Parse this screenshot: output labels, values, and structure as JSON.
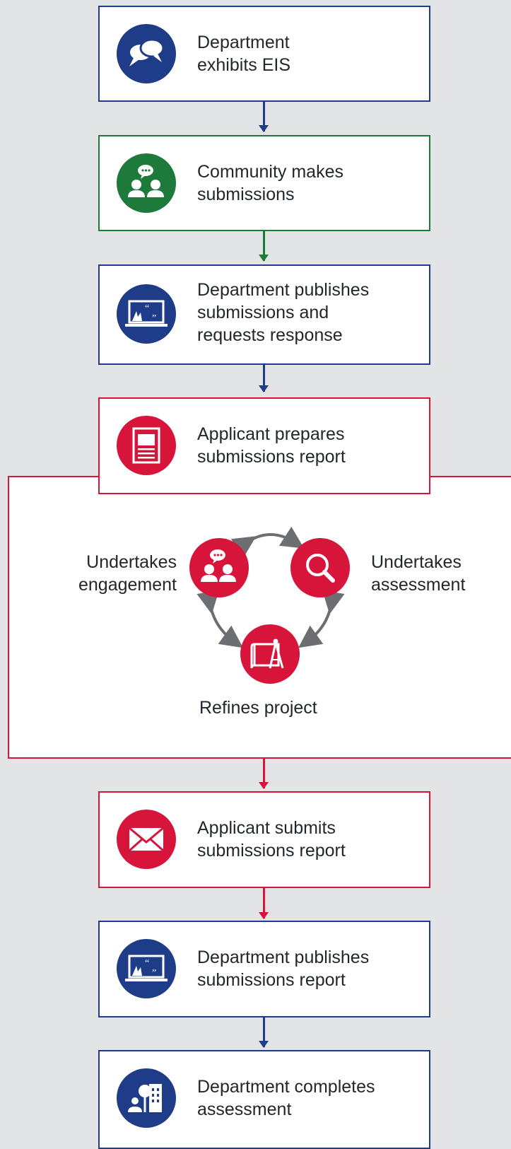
{
  "colors": {
    "navy": "#1f3c88",
    "green": "#1e7a3a",
    "red": "#d7153a",
    "background": "#e3e4e6",
    "arrow_grey": "#6d6e71"
  },
  "steps": [
    {
      "label": "Department\nexhibits EIS",
      "color": "navy",
      "icon": "speech-bubbles-icon"
    },
    {
      "label": "Community makes\nsubmissions",
      "color": "green",
      "icon": "community-discussion-icon"
    },
    {
      "label": "Department publishes\nsubmissions and\nrequests response",
      "color": "navy",
      "icon": "laptop-quote-icon"
    },
    {
      "label": "Applicant prepares\nsubmissions report",
      "color": "red",
      "icon": "document-icon"
    },
    {
      "label": "Applicant submits\nsubmissions report",
      "color": "red",
      "icon": "envelope-icon"
    },
    {
      "label": "Department publishes\nsubmissions report",
      "color": "navy",
      "icon": "laptop-quote-icon"
    },
    {
      "label": "Department completes\nassessment",
      "color": "navy",
      "icon": "city-assessment-icon"
    }
  ],
  "cycle": {
    "engagement": {
      "label": "Undertakes\nengagement",
      "icon": "community-discussion-icon"
    },
    "assessment": {
      "label": "Undertakes\nassessment",
      "icon": "magnifier-icon"
    },
    "refine": {
      "label": "Refines project",
      "icon": "blueprint-compass-icon"
    }
  }
}
